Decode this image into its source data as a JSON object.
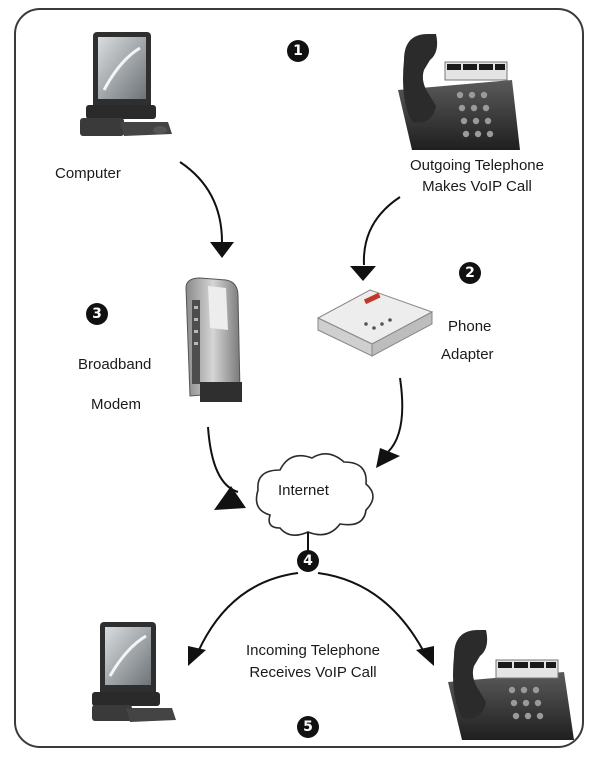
{
  "labels": {
    "computer": "Computer",
    "outgoing_phone_line1": "Outgoing Telephone",
    "outgoing_phone_line2": "Makes VoIP Call",
    "phone_adapter_line1": "Phone",
    "phone_adapter_line2": "Adapter",
    "modem_line1": "Broadband",
    "modem_line2": "Modem",
    "internet": "Internet",
    "incoming_phone_line1": "Incoming Telephone",
    "incoming_phone_line2": "Receives VoIP Call"
  },
  "steps": [
    "1",
    "2",
    "3",
    "4",
    "5"
  ],
  "colors": {
    "frame": "#3a3a3a",
    "badge": "#111111",
    "device_dark": "#3b3b3b",
    "device_light": "#e6e6e6",
    "adapter_accent": "#c0392b"
  },
  "icons": [
    "computer-icon",
    "telephone-icon",
    "modem-icon",
    "phone-adapter-icon",
    "internet-cloud-icon"
  ]
}
